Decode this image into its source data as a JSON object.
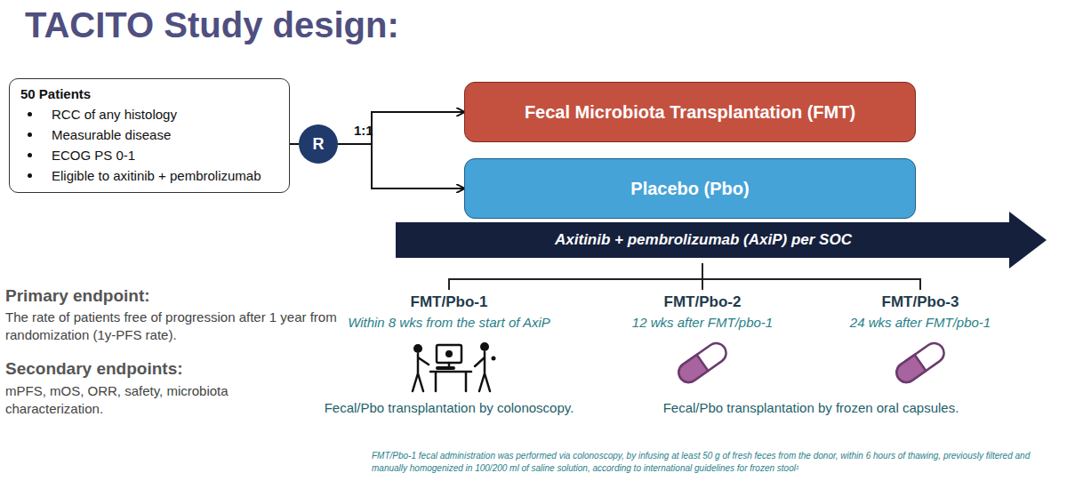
{
  "diagram": {
    "title": "TACITO Study design:",
    "nodes": [
      {
        "text": [
          "50 Patients",
          "RCC of any histology",
          "Measurable disease",
          "ECOG PS 0-1",
          "Eligible to axitinib + pembrolizumab"
        ]
      },
      {
        "text": [
          "R"
        ]
      },
      {
        "text": [
          "Fecal Microbiota Transplantation (FMT)"
        ]
      },
      {
        "text": [
          "Placebo (Pbo)"
        ]
      },
      {
        "text": [
          "Axitinib + pembrolizumab (AxiP) per SOC"
        ]
      }
    ],
    "edges": [
      {
        "from": 0,
        "to": 1,
        "arrow": "none"
      },
      {
        "from": 1,
        "to": 2,
        "arrow": "to"
      },
      {
        "from": 1,
        "to": 3,
        "arrow": "to"
      }
    ],
    "labels": [
      "1:1",
      "Primary endpoint:",
      "The rate of patients free of progression after 1 year from randomization (1y-PFS rate).",
      "Secondary endpoints:",
      "mPFS, mOS, ORR, safety, microbiota characterization.",
      "FMT/Pbo-1",
      "Within 8 wks from the start of AxiP",
      "FMT/Pbo-2",
      "12 wks after FMT/pbo-1",
      "FMT/Pbo-3",
      "24 wks after FMT/pbo-1",
      "Fecal/Pbo transplantation by colonoscopy.",
      "Fecal/Pbo transplantation by frozen oral capsules.",
      "FMT/Pbo-1 fecal administration was performed via colonoscopy, by infusing at least 50 g of fresh feces from the donor, within 6 hours of thawing, previously filtered and manually homogenized in 100/200 ml of saline solution, according to international guidelines for frozen stool¹"
    ]
  }
}
